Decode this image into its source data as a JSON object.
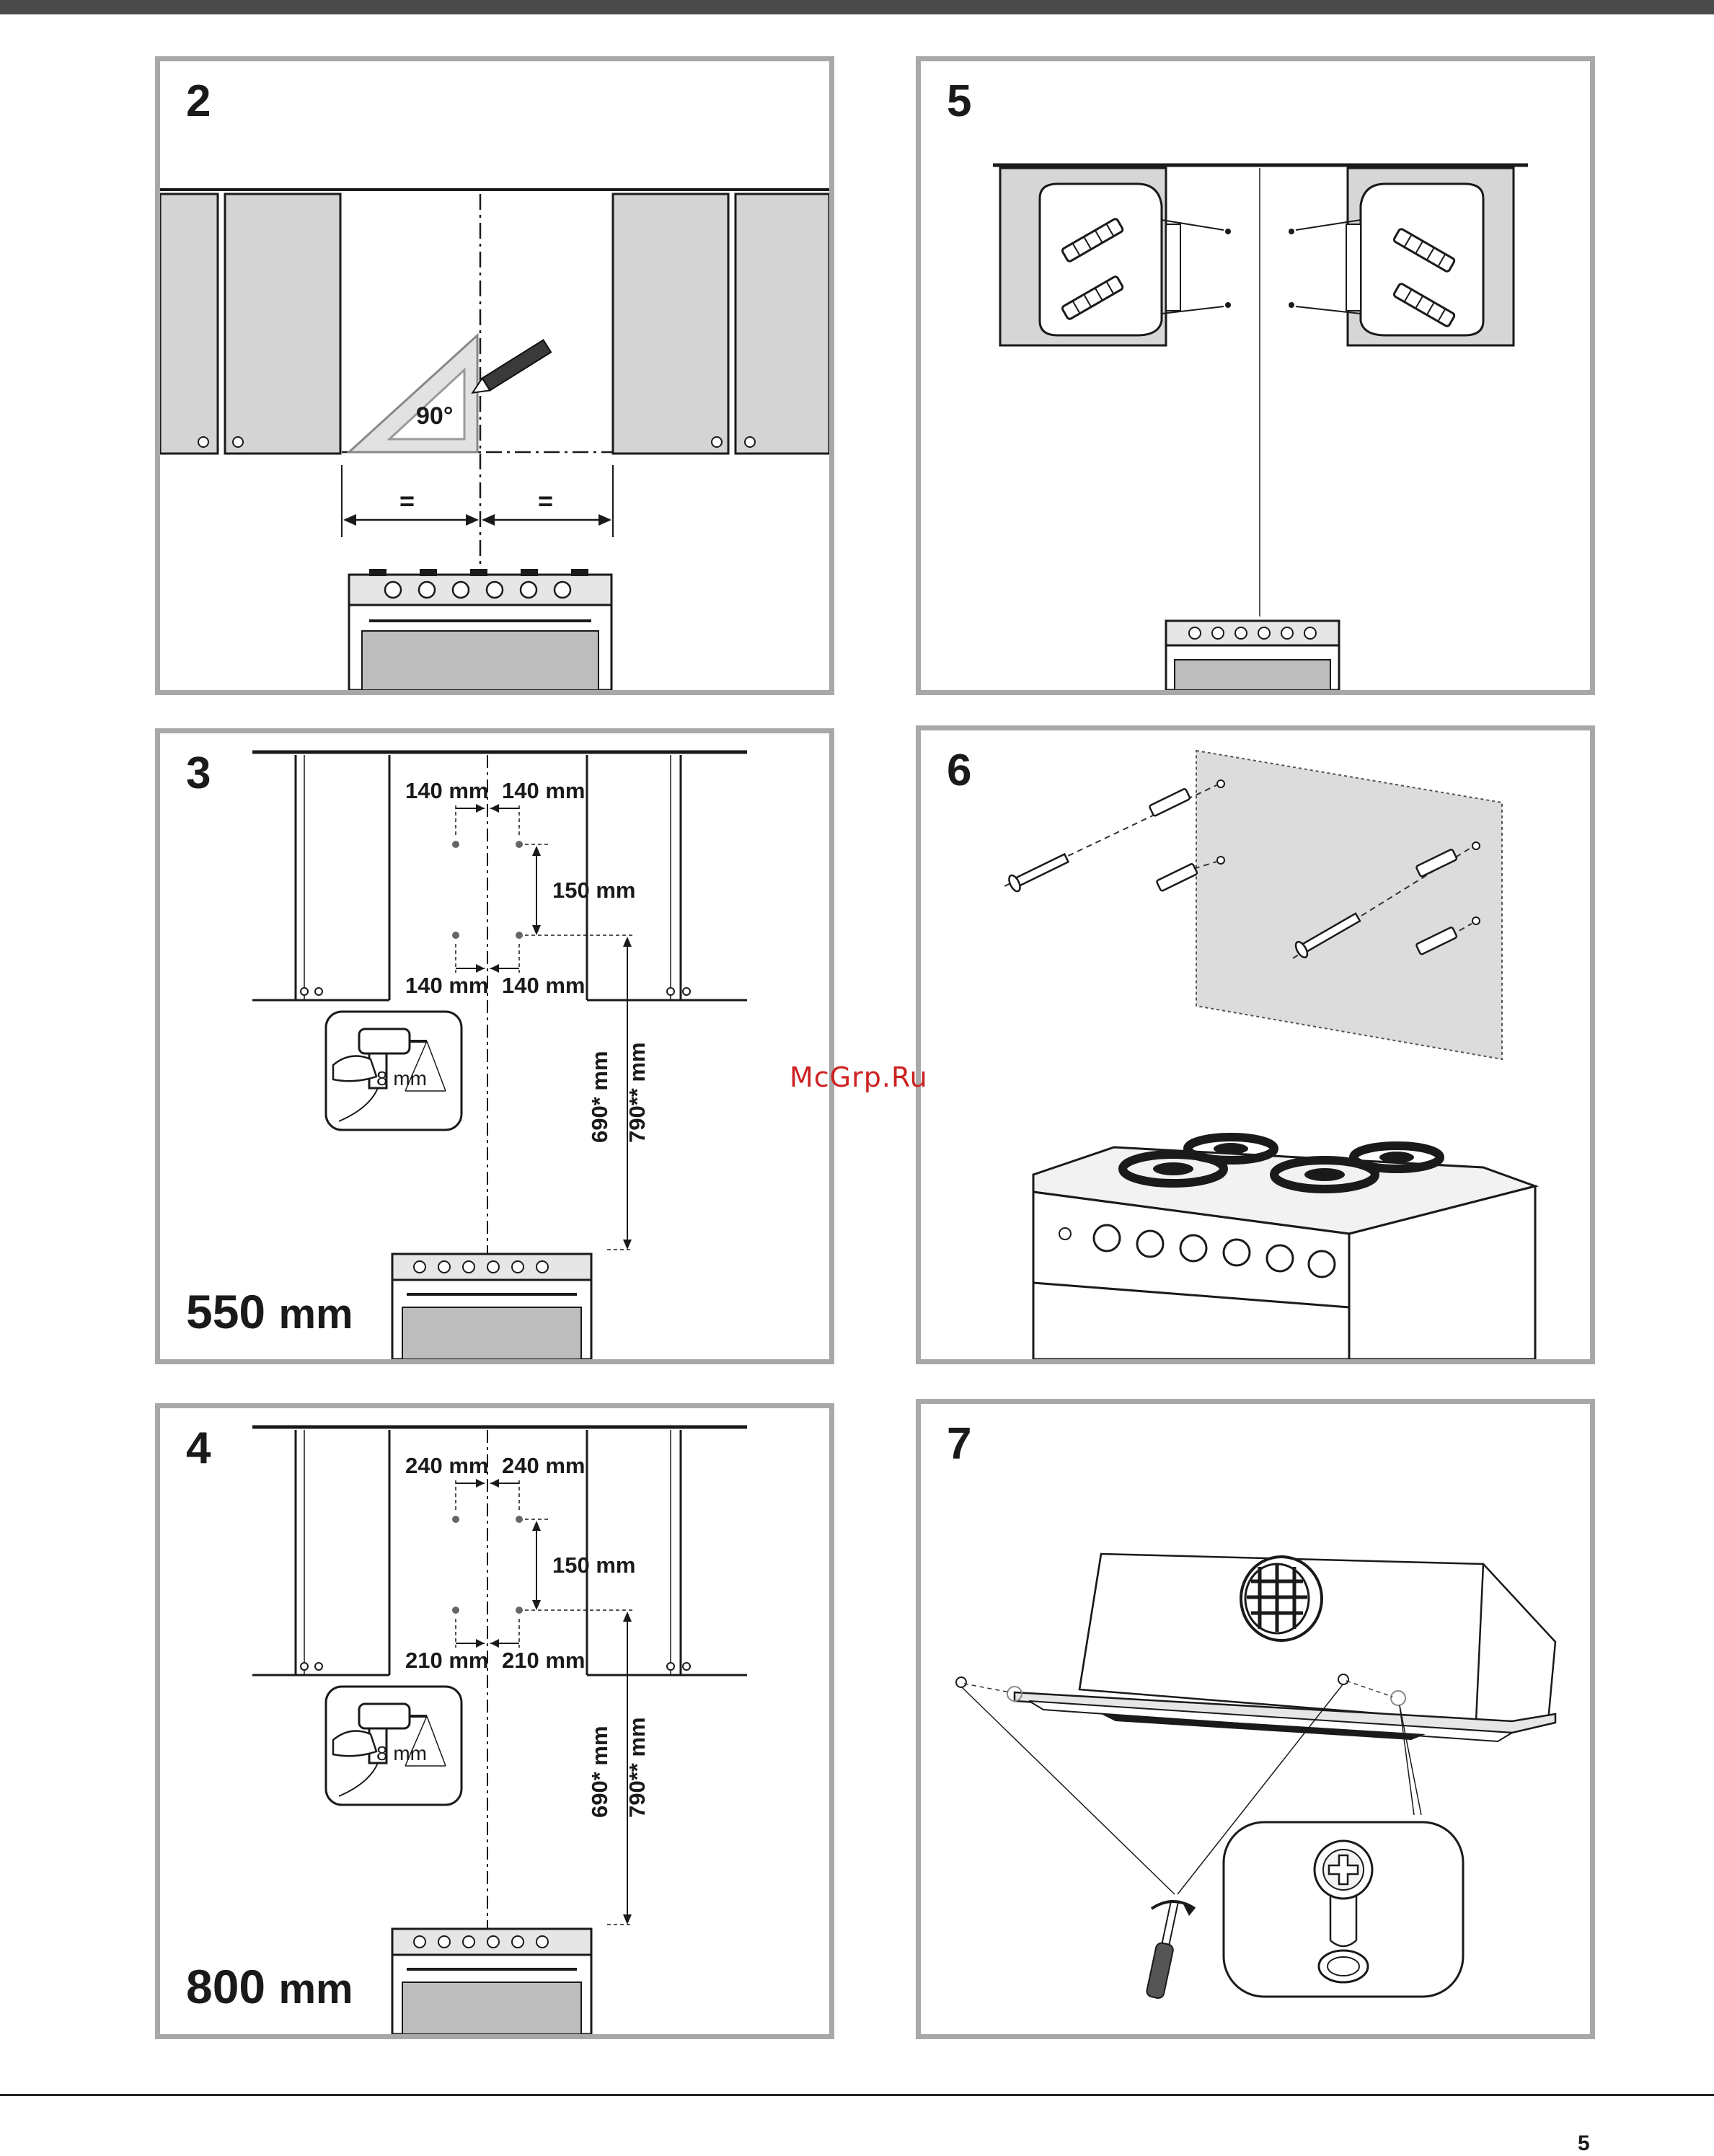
{
  "page_number": "5",
  "watermark": "McGrp.Ru",
  "panels": {
    "p2": {
      "step": "2",
      "angle": "90°",
      "eq_left": "=",
      "eq_right": "="
    },
    "p3": {
      "step": "3",
      "top_left": "140 mm",
      "top_right": "140 mm",
      "vertical": "150 mm",
      "bottom_left": "140 mm",
      "bottom_right": "140 mm",
      "drill": "8 mm",
      "height_a": "690* mm",
      "height_b": "790** mm",
      "width_value": "550",
      "width_unit": "mm"
    },
    "p4": {
      "step": "4",
      "top_left": "240 mm",
      "top_right": "240 mm",
      "vertical": "150 mm",
      "bottom_left": "210 mm",
      "bottom_right": "210 mm",
      "drill": "8 mm",
      "height_a": "690* mm",
      "height_b": "790** mm",
      "width_value": "800",
      "width_unit": "mm"
    },
    "p5": {
      "step": "5"
    },
    "p6": {
      "step": "6"
    },
    "p7": {
      "step": "7"
    }
  }
}
